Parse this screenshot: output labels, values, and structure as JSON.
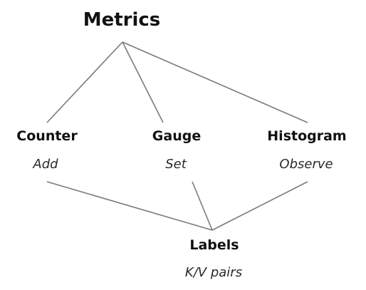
{
  "root": {
    "title": "Metrics"
  },
  "types": [
    {
      "title": "Counter",
      "method": "Add"
    },
    {
      "title": "Gauge",
      "method": "Set"
    },
    {
      "title": "Histogram",
      "method": "Observe"
    }
  ],
  "labels": {
    "title": "Labels",
    "subtitle": "K/V pairs"
  },
  "colors": {
    "text": "#111111",
    "edge": "#7a7a7a",
    "background": "#ffffff"
  }
}
